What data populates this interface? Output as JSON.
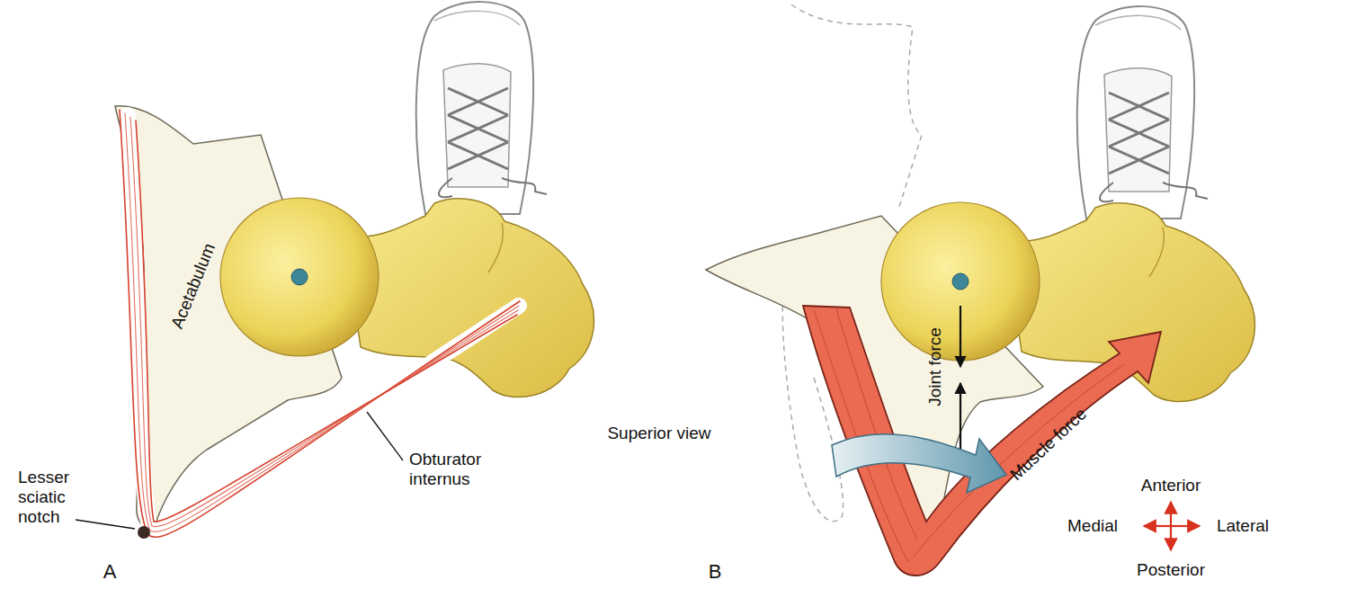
{
  "diagram": {
    "labels": [
      "Acetabulum",
      "Lesser sciatic notch",
      "Obturator internus",
      "A",
      "B",
      "Superior view",
      "Joint force",
      "Muscle force",
      "Anterior",
      "Medial",
      "Lateral",
      "Posterior"
    ]
  }
}
